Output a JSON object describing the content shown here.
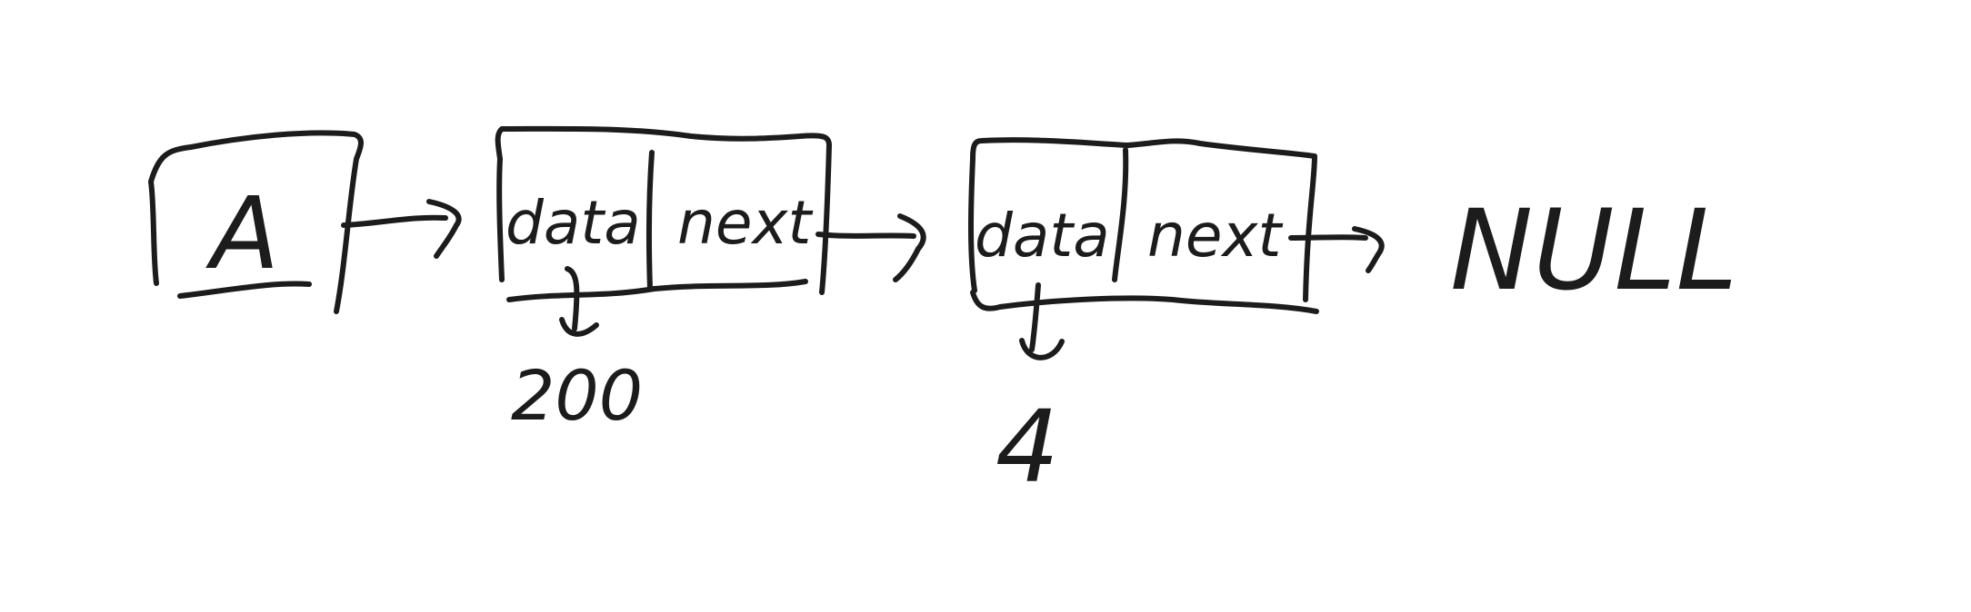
{
  "diagram": {
    "pointer": {
      "label": "A"
    },
    "nodes": [
      {
        "data_label": "data",
        "next_label": "next",
        "value": "200"
      },
      {
        "data_label": "data",
        "next_label": "next",
        "value": "4"
      }
    ],
    "terminal": {
      "label": "NULL"
    },
    "ink_color": "#1c1c1c"
  }
}
